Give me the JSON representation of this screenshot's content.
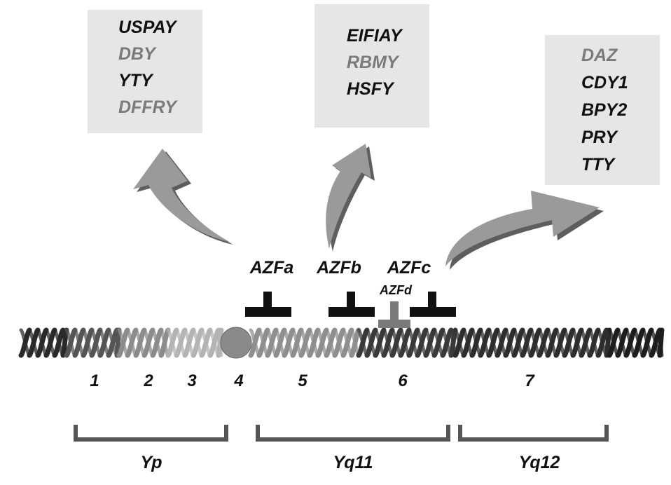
{
  "gene_boxes": {
    "azfa": [
      "USPAY",
      "DBY",
      "YTY",
      "DFFRY"
    ],
    "azfb": [
      "EIFIAY",
      "RBMY",
      "HSFY"
    ],
    "azfc": [
      "DAZ",
      "CDY1",
      "BPY2",
      "PRY",
      "TTY"
    ]
  },
  "azf_labels": {
    "a": "AZFa",
    "b": "AZFb",
    "c": "AZFc",
    "d": "AZFd"
  },
  "band_numbers": [
    "1",
    "2",
    "3",
    "4",
    "5",
    "6",
    "7"
  ],
  "regions": {
    "yp": "Yp",
    "yq11": "Yq11",
    "yq12": "Yq12"
  },
  "colors": {
    "box_bg": "#e6e6e6",
    "gene_dark": "#111111",
    "gene_grey": "#7a7a7a",
    "arrow_face": "#9a9a9a",
    "arrow_shadow": "#5e5e5e",
    "bracket": "#555555",
    "centromere": "#8a8a8a"
  }
}
